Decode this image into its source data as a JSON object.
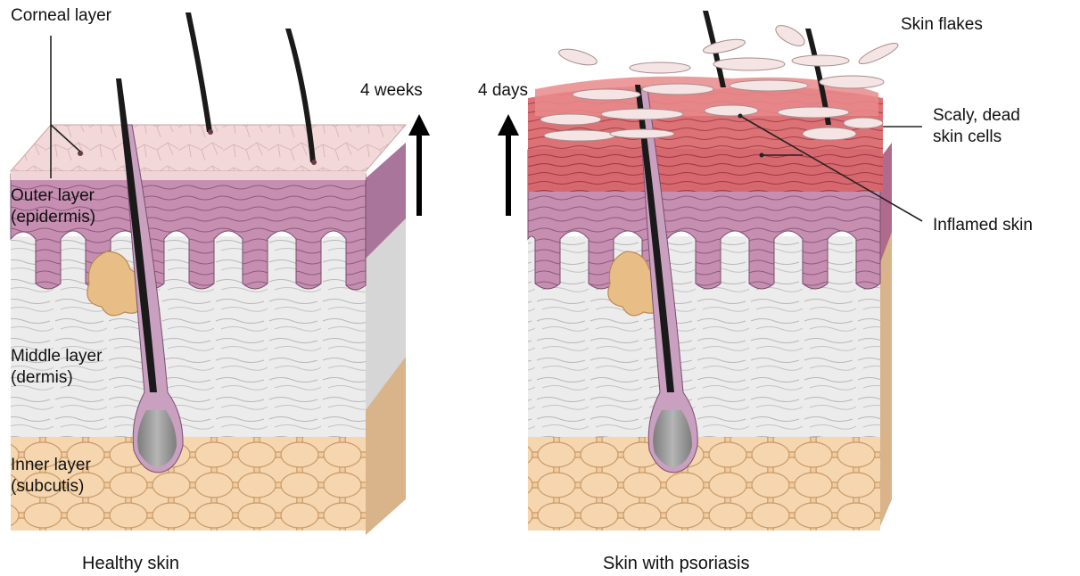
{
  "healthy": {
    "caption": "Healthy skin",
    "duration": "4 weeks",
    "labels": {
      "corneal_layer": "Corneal layer",
      "outer_layer": [
        "Outer layer",
        "(epidermis)"
      ],
      "middle_layer": [
        "Middle layer",
        "(dermis)"
      ],
      "inner_layer": [
        "Inner layer",
        "(subcutis)"
      ]
    }
  },
  "psoriasis": {
    "caption": "Skin with psoriasis",
    "duration": "4 days",
    "labels": {
      "skin_flakes": "Skin flakes",
      "scaly_cells": [
        "Scaly, dead",
        "skin cells"
      ],
      "inflamed_skin": "Inflamed skin"
    }
  },
  "colors": {
    "corneal": "#f2d8d8",
    "epidermis": "#c68fb2",
    "dermis": "#ececec",
    "subcutis": "#f2cc9e",
    "fat_cell_line": "#c89a6a",
    "gland": "#e8bd86",
    "hair": "#1a1a1a",
    "follicle_bulb": "#9a9a9a",
    "inflamed": "#d9555a",
    "flake": "#f4e4e4",
    "arrow": "#000000"
  }
}
